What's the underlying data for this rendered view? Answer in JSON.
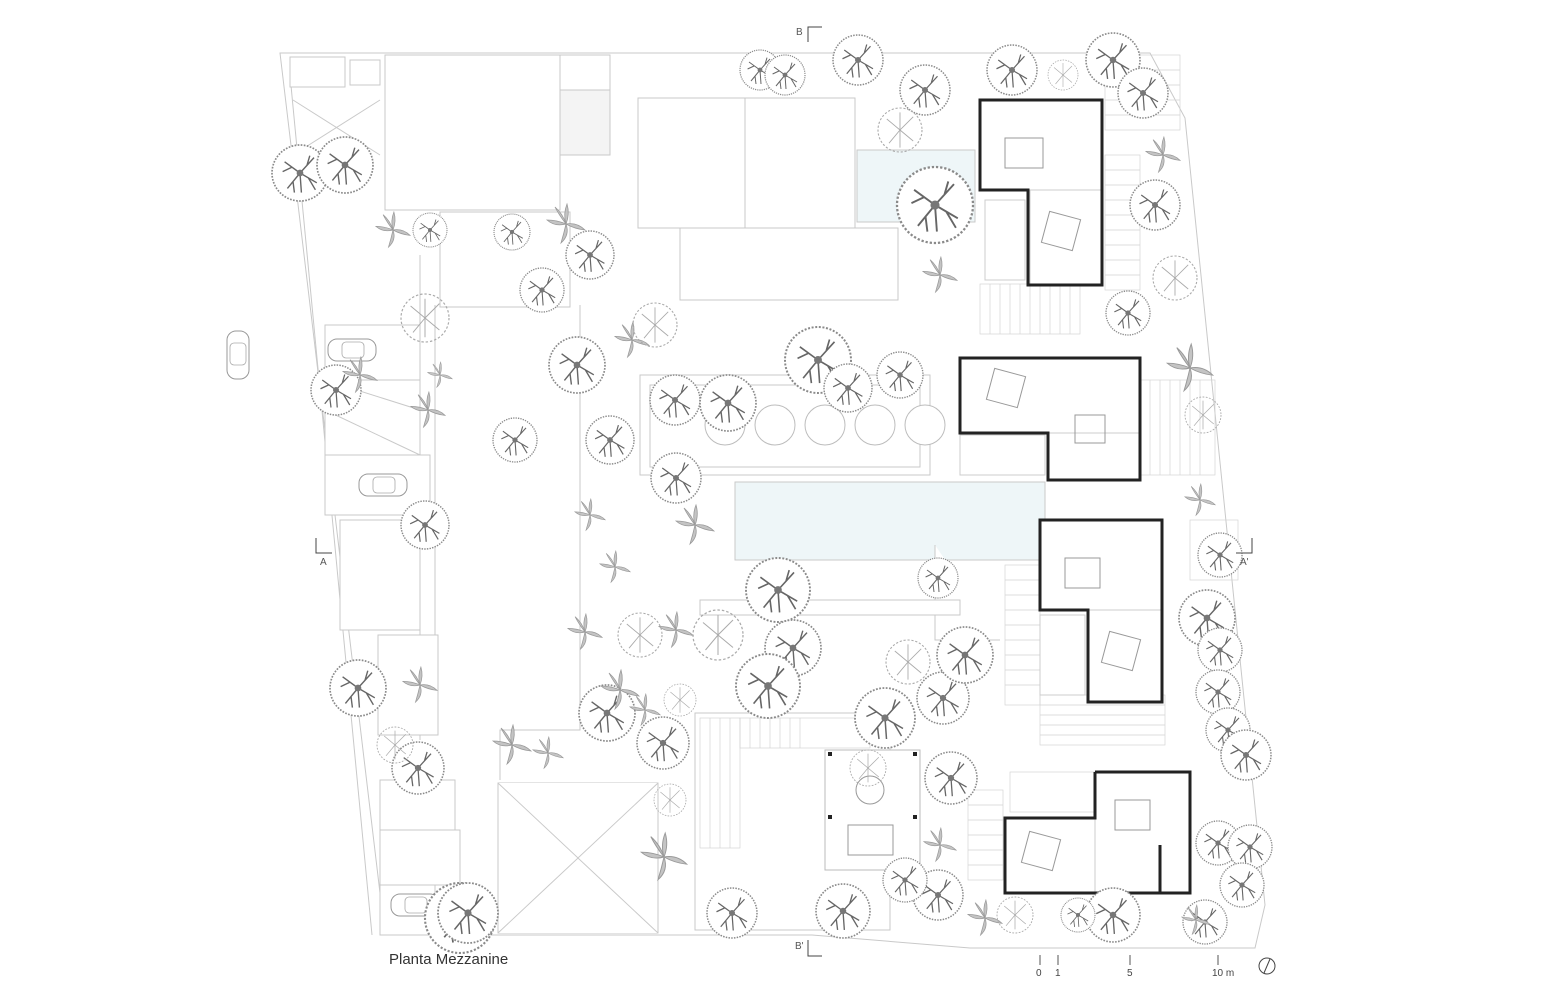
{
  "drawing": {
    "title": "Planta Mezzanine",
    "section_markers": {
      "a_left": "A",
      "a_right": "A'",
      "b_top": "B",
      "b_bottom": "B'"
    },
    "scale_bar": {
      "labels": [
        "0",
        "1",
        "5",
        "10 m"
      ]
    },
    "north_arrow": "north-arrow-icon"
  },
  "colors": {
    "line": "#c9c9c9",
    "wall": "#222222",
    "tree": "#9a9a9a",
    "pool": "#eef6f8"
  }
}
